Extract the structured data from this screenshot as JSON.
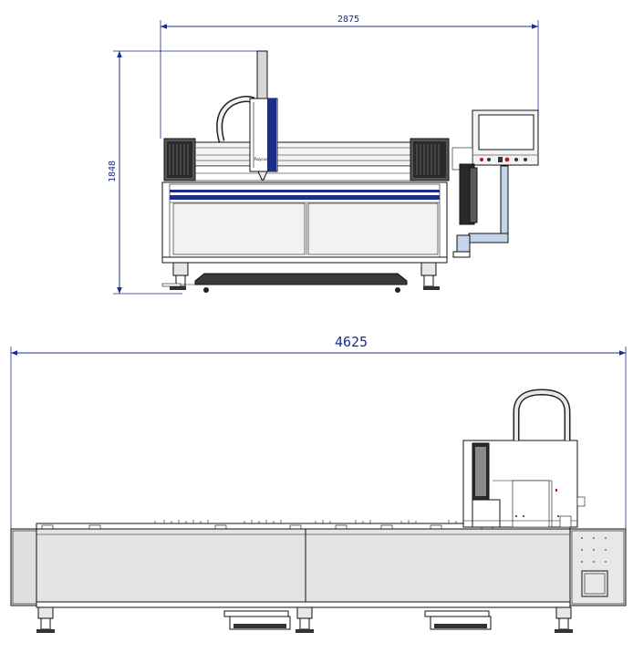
{
  "front_view": {
    "width_label": "2875",
    "height_label": "1848",
    "head_logo": "Raycus"
  },
  "side_view": {
    "length_label": "4625"
  },
  "colors": {
    "dimension": "#1a2a9a",
    "outline": "#111111",
    "panel_fill": "#e4e4e4",
    "accent_blue": "#1c2e8a"
  }
}
